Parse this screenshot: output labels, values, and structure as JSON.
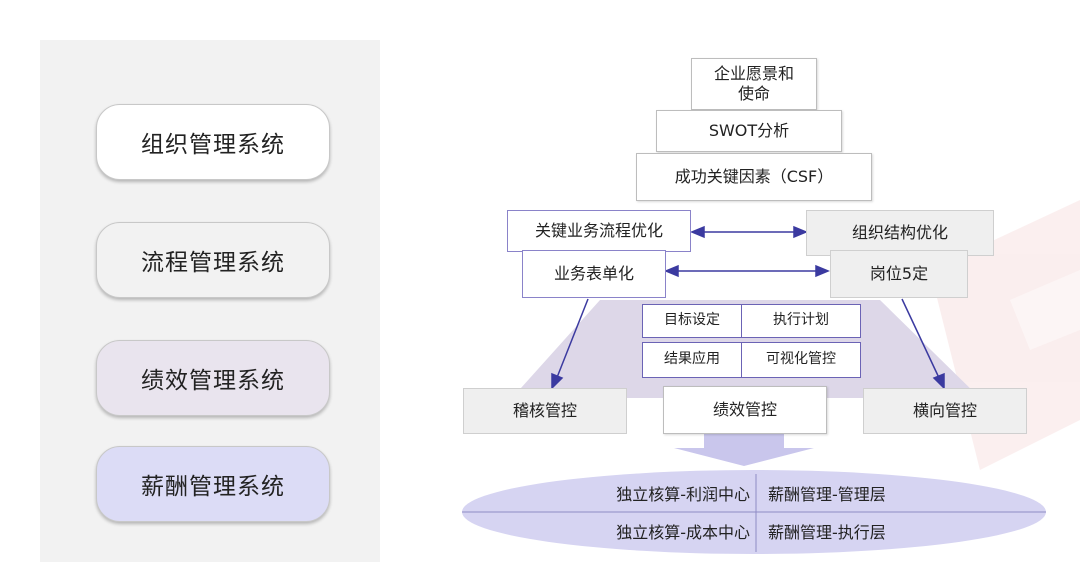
{
  "left_systems": [
    {
      "label": "组织管理系统",
      "color": "#ffffff"
    },
    {
      "label": "流程管理系统",
      "color": "#f2f2f2"
    },
    {
      "label": "绩效管理系统",
      "color": "#e9e4ee"
    },
    {
      "label": "薪酬管理系统",
      "color": "#dcdcf6"
    }
  ],
  "pyramid": {
    "vision": "企业愿景和\n使命",
    "swot": "SWOT分析",
    "csf": "成功关键因素（CSF）",
    "process_opt": "关键业务流程优化",
    "org_opt": "组织结构优化",
    "form_simplify": "业务表单化",
    "post5": "岗位5定",
    "inner": [
      "目标设定",
      "执行计划",
      "结果应用",
      "可视化管控"
    ],
    "audit": "稽核管控",
    "perf": "绩效管控",
    "horizontal": "横向管控"
  },
  "base": {
    "row1_left": "独立核算-利润中心",
    "row1_right": "薪酬管理-管理层",
    "row2_left": "独立核算-成本中心",
    "row2_right": "薪酬管理-执行层"
  },
  "colors": {
    "pyramid_fill": "#ddd7e8",
    "ellipse_fill": "#d6d4f2",
    "arrow": "#3b3aa0",
    "watermark": "#f7e1e1"
  }
}
